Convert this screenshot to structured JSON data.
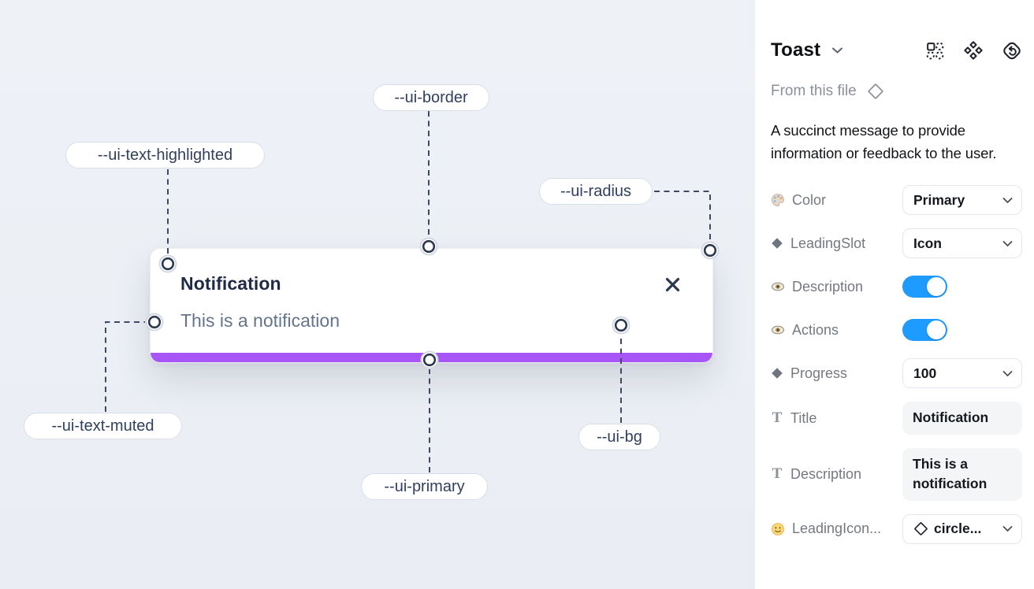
{
  "canvas": {
    "labels": [
      {
        "text": "--ui-border"
      },
      {
        "text": "--ui-text-highlighted"
      },
      {
        "text": "--ui-radius"
      },
      {
        "text": "--ui-text-muted"
      },
      {
        "text": "--ui-primary"
      },
      {
        "text": "--ui-bg"
      }
    ],
    "toast": {
      "title": "Notification",
      "description": "This is a notification"
    }
  },
  "panel": {
    "title": "Toast",
    "source_label": "From this file",
    "description": "A succinct message to provide information or feedback to the user.",
    "properties": [
      {
        "icon": "palette-icon",
        "label": "Color",
        "control": "select",
        "value": "Primary"
      },
      {
        "icon": "diamond-icon",
        "label": "LeadingSlot",
        "control": "select",
        "value": "Icon"
      },
      {
        "icon": "eye-icon",
        "label": "Description",
        "control": "toggle",
        "value": "on"
      },
      {
        "icon": "eye-icon",
        "label": "Actions",
        "control": "toggle",
        "value": "on"
      },
      {
        "icon": "diamond-icon",
        "label": "Progress",
        "control": "select",
        "value": "100"
      },
      {
        "icon": "text-icon",
        "label": "Title",
        "control": "text",
        "value": "Notification"
      },
      {
        "icon": "text-icon",
        "label": "Description",
        "control": "text",
        "value": "This is a notification"
      },
      {
        "icon": "smiley-icon",
        "label": "LeadingIcon...",
        "control": "select-icon",
        "value": "circle..."
      }
    ]
  },
  "colors": {
    "primary": "#a855f7",
    "toggle_on": "#1e9bff",
    "canvas_bg": "#eef1f6",
    "connector": "#3e4a63"
  }
}
